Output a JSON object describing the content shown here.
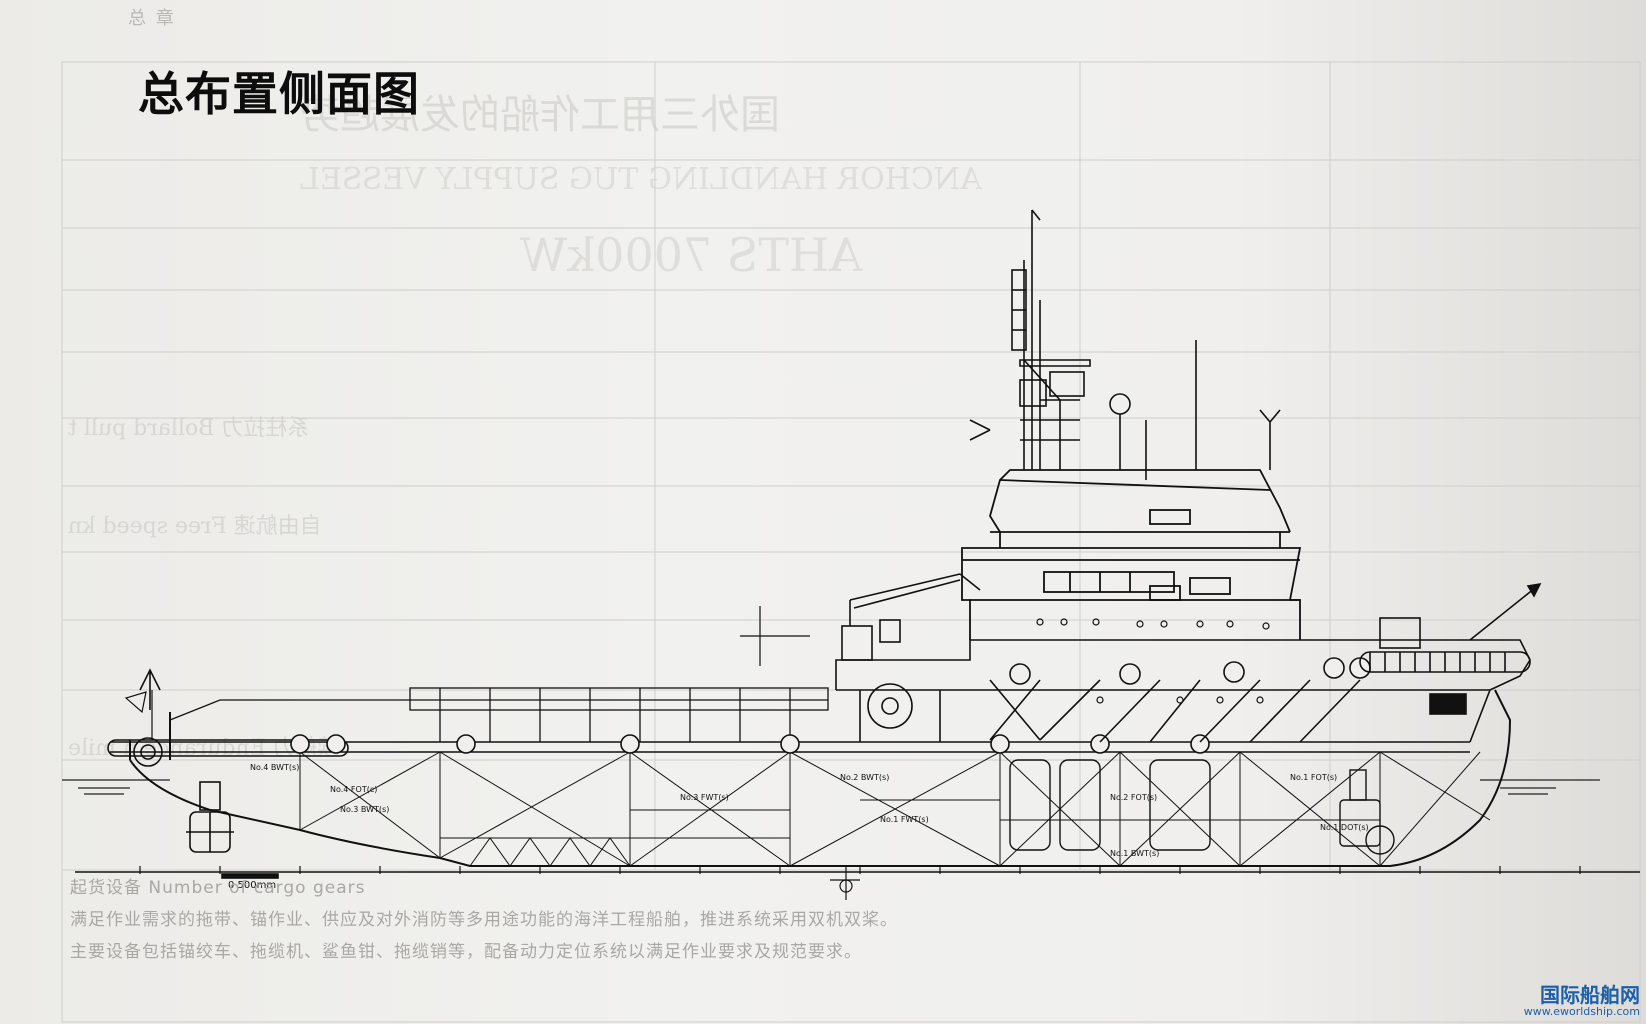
{
  "page": {
    "section_label": "总 章",
    "title": "总布置侧面图",
    "background_text": {
      "heading_1": "国外三用工作船的发展趋势",
      "heading_2": "ANCHOR HANDLING TUG SUPPLY VESSEL",
      "heading_3": "AHTS 7000kW",
      "row_1": "系柱拉力 Bollard pull  t",
      "row_2": "自由航速 Free speed  kn",
      "row_3": "续航力 Endurance  n mile"
    },
    "caption_lines": [
      "起货设备 Number of cargo gears",
      "满足作业需求的拖带、锚作业、供应及对外消防等多用途功能的海洋工程船舶，推进系统采用双机双桨。",
      "主要设备包括锚绞车、拖缆机、鲨鱼钳、拖缆销等，配备动力定位系统以满足作业要求及规范要求。"
    ],
    "scale_label": "0 500mm",
    "tank_labels": {
      "t1": "No.4 BWT(s)",
      "t2": "No.4 FOT(c)",
      "t3": "No.3 BWT(s)",
      "t4": "No.3 FWT(s)",
      "t5": "No.2 BWT(s)",
      "t6": "No.1 FWT(s)",
      "t7": "No.2 FOT(s)",
      "t8": "No.1 BWT(s)",
      "t9": "No.1 FOT(s)",
      "t10": "No.1 DOT(s)"
    },
    "watermark": {
      "cn": "国际船舶网",
      "en": "www.eworldship.com"
    }
  }
}
